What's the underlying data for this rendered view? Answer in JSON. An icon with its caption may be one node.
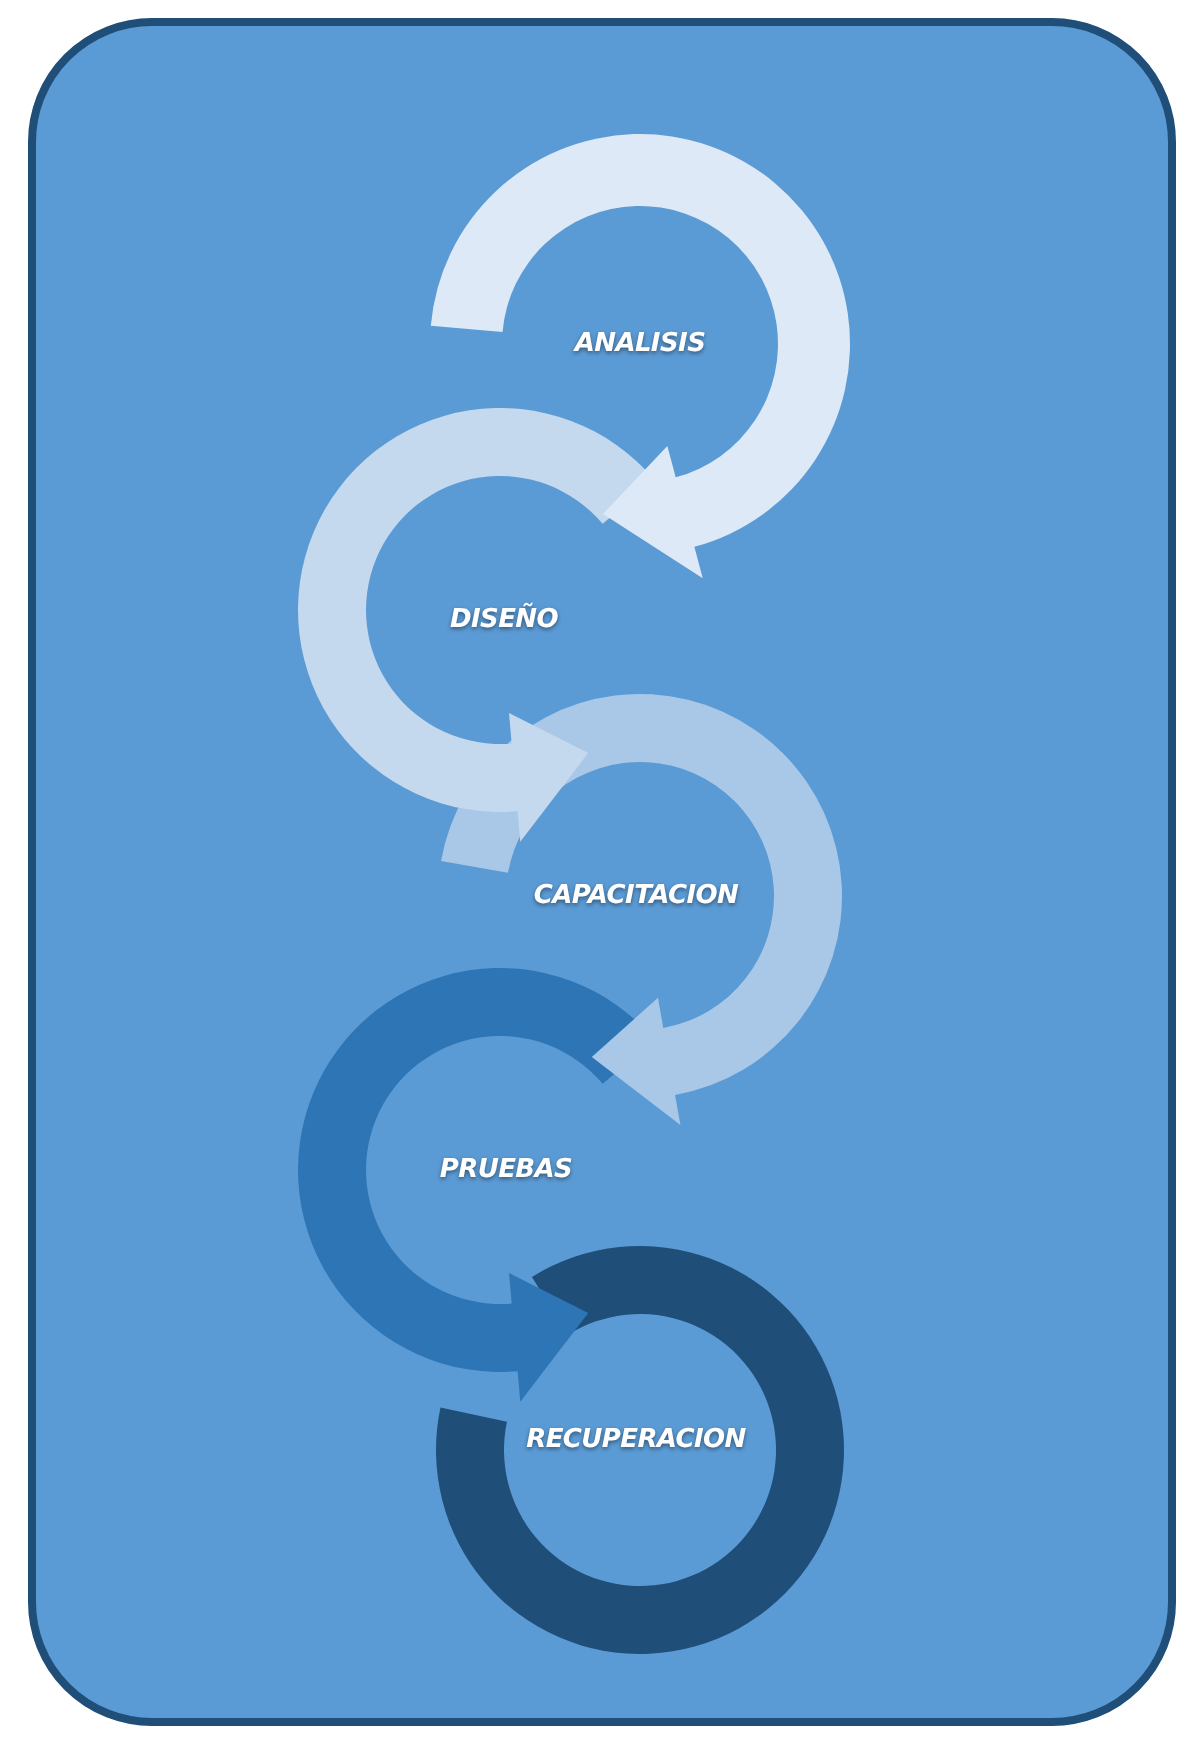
{
  "diagram": {
    "nodes": [
      {
        "text": [
          "ANALISIS"
        ]
      },
      {
        "text": [
          "DISEÑO"
        ]
      },
      {
        "text": [
          "CAPACITACION"
        ]
      },
      {
        "text": [
          "PRUEBAS"
        ]
      },
      {
        "text": [
          "RECUPERACION"
        ]
      }
    ]
  }
}
